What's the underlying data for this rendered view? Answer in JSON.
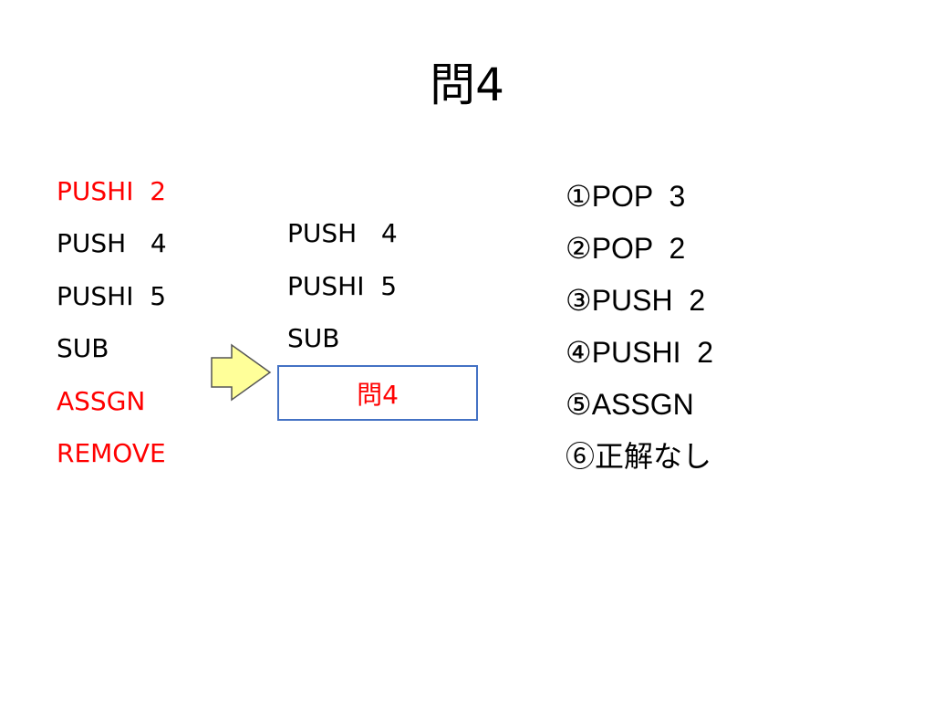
{
  "title": "問4",
  "left_column": [
    {
      "text": "PUSHI  2",
      "color": "#ff0000"
    },
    {
      "text": "PUSH   4",
      "color": "#000000"
    },
    {
      "text": "PUSHI  5",
      "color": "#000000"
    },
    {
      "text": "SUB",
      "color": "#000000"
    },
    {
      "text": "ASSGN",
      "color": "#ff0000"
    },
    {
      "text": "REMOVE",
      "color": "#ff0000"
    }
  ],
  "middle_column": [
    "PUSH   4",
    "PUSHI  5",
    "SUB"
  ],
  "answer_box": {
    "label": "問4",
    "border_color": "#4472c4",
    "text_color": "#ff0000"
  },
  "arrow": {
    "fill": "#ffff99",
    "stroke": "#555555"
  },
  "options": [
    "①POP  3",
    "②POP  2",
    "③PUSH  2",
    "④PUSHI  2",
    "⑤ASSGN",
    "⑥正解なし"
  ]
}
